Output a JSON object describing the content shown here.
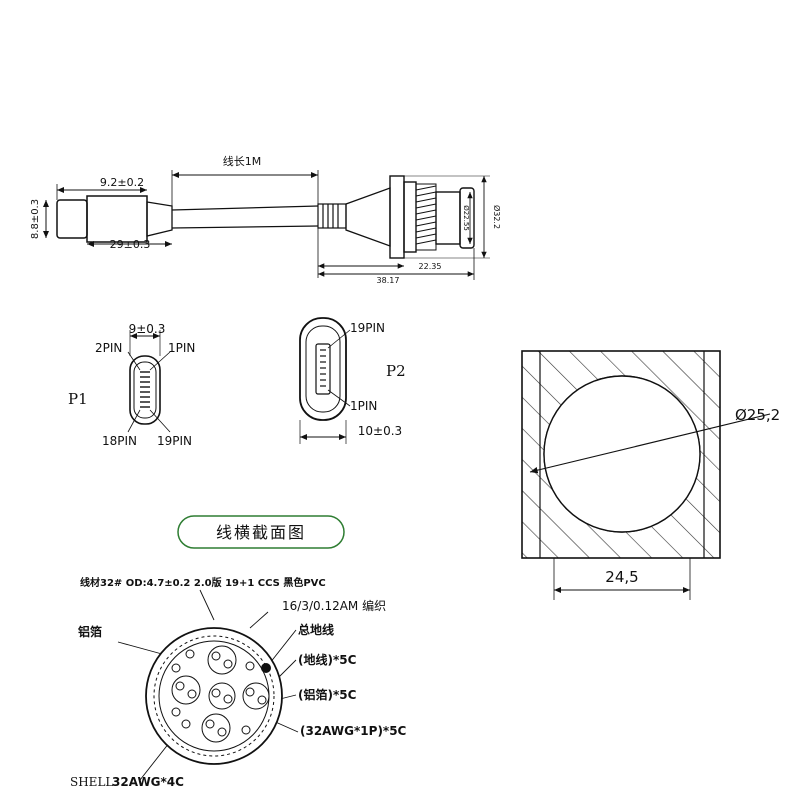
{
  "side_view": {
    "cable_length": "线长1M",
    "dim_plug_length": "9.2±0.2",
    "dim_plug_height": "8.8±0.3",
    "dim_boot_length": "29±0.3",
    "dim_overall_length": "38.17",
    "dim_body_length": "22.35",
    "dim_thread_dia": "Ø22.55",
    "dim_flange_dia": "Ø32.2"
  },
  "p1": {
    "label": "P1",
    "width_dim": "9±0.3",
    "pin_top_left": "2PIN",
    "pin_top_right": "1PIN",
    "pin_bottom_left": "18PIN",
    "pin_bottom_right": "19PIN"
  },
  "p2": {
    "label": "P2",
    "width_dim": "10±0.3",
    "pin_top": "19PIN",
    "pin_bottom": "1PIN"
  },
  "panel_cutout": {
    "diameter": "Ø25,2",
    "width": "24,5"
  },
  "cross_section": {
    "title": "线横截面图",
    "spec_line": "线材32# OD:4.7±0.2 2.0版 19+1 CCS 黑色PVC",
    "braid": "16/3/0.12AM  编织",
    "foil": "铝箔",
    "main_ground": "总地线",
    "ground_wire": "(地线)*5C",
    "foil_count": "(铝箔)*5C",
    "pair": "(32AWG*1P)*5C",
    "shell": "SHELL",
    "shell_wire": "32AWG*4C"
  },
  "colors": {
    "ink": "#111111",
    "title_border": "#2e7d32",
    "hatch": "#333333"
  }
}
